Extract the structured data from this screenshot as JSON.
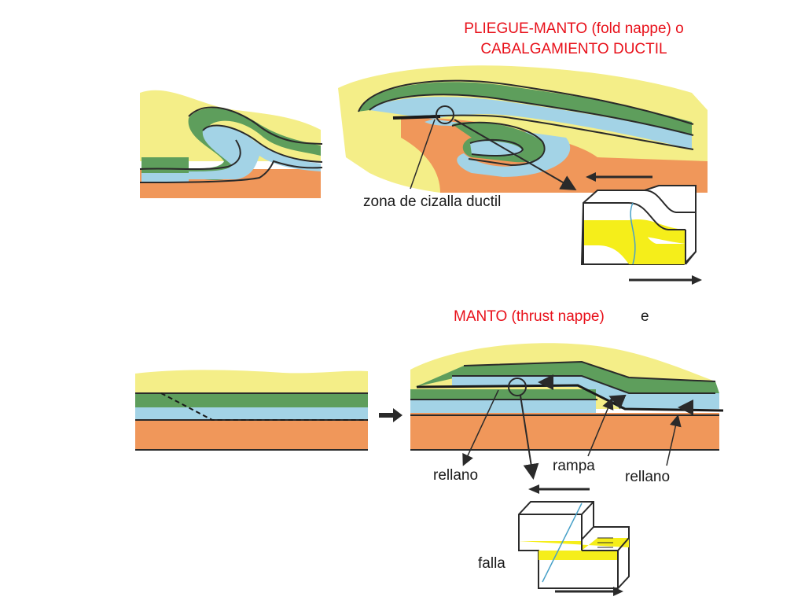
{
  "title": {
    "line1": "PLIEGUE-MANTO (fold nappe) o",
    "line2": "CABALGAMIENTO DUCTIL"
  },
  "top": {
    "shear_zone_label": "zona de cizalla ductil"
  },
  "bottom": {
    "title": "MANTO (thrust nappe)",
    "stray_mark": "e",
    "flat_left_label": "rellano",
    "ramp_label": "rampa",
    "flat_right_label": "rellano",
    "fault_label": "falla"
  },
  "colors": {
    "yellow": "#f4ee88",
    "green": "#5e9e5c",
    "blue": "#a3d3e6",
    "orange": "#f0975a",
    "outline": "#2a2a2a",
    "label_red": "#e8101a",
    "block_yellow": "#f5ee1a"
  }
}
